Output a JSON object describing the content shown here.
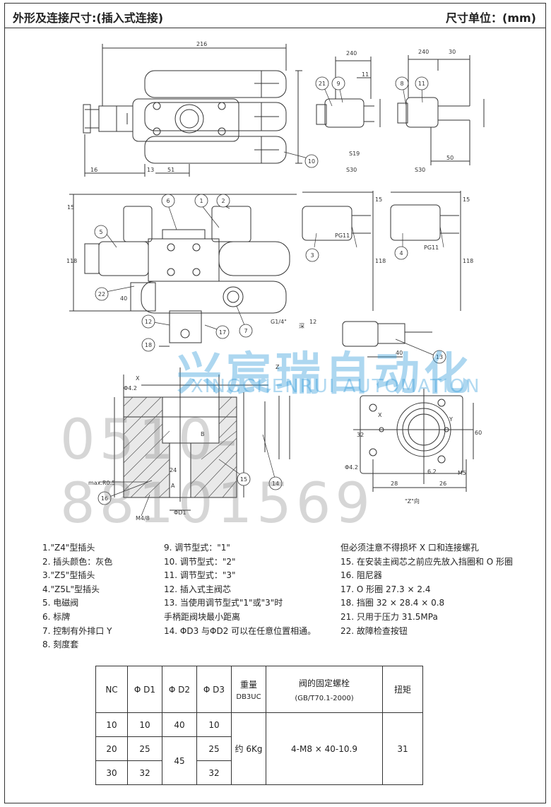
{
  "header": {
    "title": "外形及连接尺寸:(插入式连接)",
    "unit": "尺寸单位：(mm)"
  },
  "watermark": {
    "company_cn": "兴宸瑞自动化",
    "company_en": "XINGCHENRUI AUTOMATION",
    "phone": "0510-88101569",
    "color": "#2896d7"
  },
  "drawing": {
    "dims": {
      "d216": "216",
      "d240a": "240",
      "d11": "11",
      "d240b": "240",
      "d30": "30",
      "d16": "16",
      "d13": "13",
      "d51": "51",
      "d50": "50",
      "d15a": "15",
      "d15b": "15",
      "d15c": "15",
      "d118a": "118",
      "d118b": "118",
      "d118c": "118",
      "d40": "40",
      "d12": "12",
      "d40b": "40",
      "d28": "28",
      "d26": "26",
      "d60": "60",
      "d32": "32",
      "d24": "24",
      "d6p2": "6.2",
      "s19": "S19",
      "s30a": "S30",
      "s30b": "S30",
      "pg11a": "PG11",
      "pg11b": "PG11",
      "g14": "G1/4\"",
      "deep": "深",
      "phi42a": "Φ4.2",
      "phi42b": "Φ4.2",
      "m5": "M5",
      "m48": "M4/8",
      "maxr": "max.R0.5",
      "z": "Z",
      "zview": "\"Z\"向",
      "phid1": "ΦD1",
      "x": "X",
      "y": "Y",
      "a": "A",
      "b": "B"
    },
    "balloons": [
      "1",
      "2",
      "3",
      "4",
      "5",
      "6",
      "7",
      "8",
      "9",
      "10",
      "11",
      "12",
      "13",
      "14",
      "15",
      "16",
      "17",
      "18",
      "21",
      "22"
    ]
  },
  "notes": {
    "col1": [
      "1.\"Z4\"型插头",
      "2. 插头颜色：灰色",
      "3.\"Z5\"型插头",
      "4.\"Z5L\"型插头",
      "5. 电磁阀",
      "6. 标牌",
      "7. 控制有外排口 Y",
      "8. 刻度套"
    ],
    "col2": [
      "9. 调节型式：\"1\"",
      "10. 调节型式：\"2\"",
      "11. 调节型式：\"3\"",
      "12. 插入式主阀芯",
      "13. 当使用调节型式\"1\"或\"3\"时",
      "      手柄距阀块最小距离",
      "14. ΦD3 与ΦD2 可以在任意位置相通。"
    ],
    "col3": [
      "      但必须注意不得损坏 X 口和连接螺孔",
      "15. 在安装主阀芯之前应先放入挡圈和 O 形圈",
      "16. 阻尼器",
      "17. O 形圈 27.3 × 2.4",
      "18. 挡圈 32 × 28.4 × 0.8",
      "21. 只用于压力 31.5MPa",
      "22. 故障检查按钮"
    ]
  },
  "table": {
    "headers": {
      "nc": "NC",
      "d1": "Φ D1",
      "d2": "Φ D2",
      "d3": "Φ D3",
      "weight": "重量",
      "weight_sub": "DB3UC",
      "bolt": "阀的固定螺栓",
      "bolt_sub": "(GB/T70.1-2000)",
      "torque": "扭矩"
    },
    "rows": [
      {
        "nc": "10",
        "d1": "10",
        "d2": "40",
        "d3": "10"
      },
      {
        "nc": "20",
        "d1": "25",
        "d2": "45",
        "d3": "25"
      },
      {
        "nc": "30",
        "d1": "32",
        "d3": "32"
      }
    ],
    "weight": "约 6Kg",
    "bolt": "4-M8 × 40-10.9",
    "torque": "31"
  }
}
